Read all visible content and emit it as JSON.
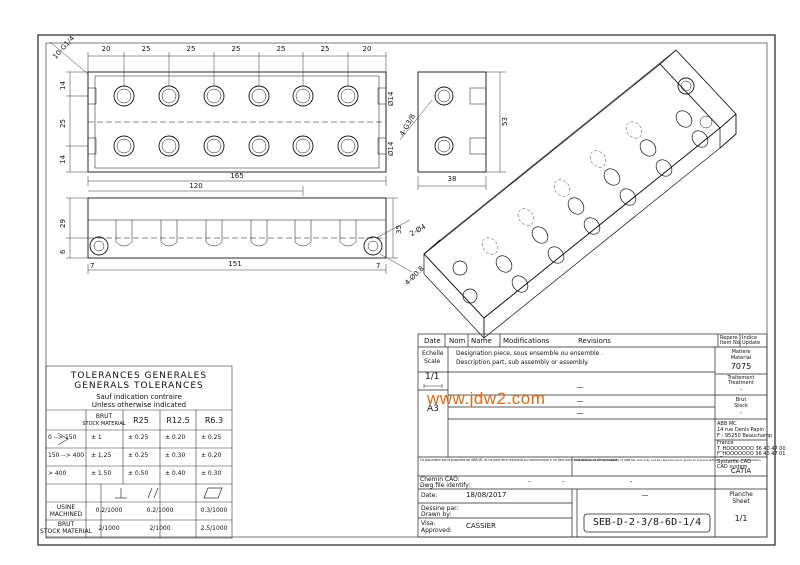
{
  "dimensions": {
    "top_pitch": [
      "20",
      "25",
      "25",
      "25",
      "25",
      "20"
    ],
    "overall_length": "165",
    "slot_length": "120",
    "bottom_length": "151",
    "left_offsets": [
      "14",
      "25",
      "14"
    ],
    "side_height": "35",
    "right_height": "53",
    "right_width": "38",
    "front_heights": [
      "29",
      "6"
    ],
    "end_offsets": [
      "7",
      "7"
    ],
    "dia_left": "Ø14",
    "dia_left2": "Ø14",
    "g_thread_top": "10-G1/4",
    "g_thread_side": "4-G3/8",
    "holes_side": "2-Ø4",
    "holes_side2": "4-Ø0.8"
  },
  "tolerances": {
    "title_fr": "TOLERANCES GENERALES",
    "title_en": "GENERALS TOLERANCES",
    "sub_fr": "Sauf indication contraire",
    "sub_en": "Unless otherwise indicated",
    "col_brut": "BRUT",
    "col_brut_sub": "STOCK MATERIAL",
    "col_r25": "R25",
    "col_r125": "R12.5",
    "col_r63": "R6.3",
    "rows": [
      {
        "range": "0 --> 150",
        "brut": "± 1",
        "r25": "± 0.25",
        "r125": "± 0.20",
        "r63": "± 0.25"
      },
      {
        "range": "150 --> 400",
        "brut": "± 1.25",
        "r25": "± 0.25",
        "r125": "± 0.30",
        "r63": "± 0.20"
      },
      {
        "range": "> 400",
        "brut": "± 1.50",
        "r25": "± 0.50",
        "r125": "± 0.40",
        "r63": "± 0.30"
      }
    ],
    "usine_label": "USINE",
    "usine_sub": "MACHINED",
    "brut_label": "BRUT",
    "brut_sub": "STOCK MATERIAL",
    "geo": [
      {
        "usine": "0.2/1000",
        "brut": "2/1000"
      },
      {
        "usine": "0.2/1000",
        "brut": "2/1000"
      },
      {
        "usine": "0.3/1000",
        "brut": "2.5/1000"
      }
    ]
  },
  "revisions": {
    "col_date": "Date",
    "col_nom": "Nom",
    "col_name": "Name",
    "col_mod": "Modifications",
    "col_rev": "Revisions",
    "col_repere": "Repere",
    "col_repere_sub": "Item No.",
    "col_indice": "Indice",
    "col_indice_sub": "Update"
  },
  "title_block": {
    "echelle": "Echelle",
    "scale": "Scale",
    "scale_value": "1/1",
    "format": "A3",
    "designation_fr": "Designation piece, sous ensemble ou ensemble .",
    "designation_en": "Description part, sub assembly or assembly.",
    "matiere": "Matiere",
    "material": "Material",
    "material_value": "7075",
    "traitement": "Traitement",
    "treatment": "Treatment",
    "treatment_value": "-",
    "brut": "Brut",
    "stock": "Stock",
    "stock_value": "-",
    "dash1": "—",
    "dash2": "—",
    "company": "ABB MC",
    "address1": "14 rue Denis Papin",
    "address2": "F - 95250 Beauchamp",
    "address3": "France",
    "tel": "T_HOOOOOOO 36 40 47 00",
    "fax": "F_HOOOOOOO 36 40 47 01",
    "cad_system": "Systeme CAO",
    "cad_sub": "CAD system",
    "cad_value": "CATIA",
    "chemin": "Chemin CAO:",
    "dwg_file": "Dwg file identify:",
    "chemin_value": "-",
    "confidential_fr": "Ce document est la propriete de ABB MC et ne peut etre reproduit ou communique a un tiers sans autorisation ecrite prealable.",
    "confidential_en": "This document is the property of ABB MC and may not be reproduced or given to anyone without prior written authorization.",
    "date_label": "Date:",
    "date_value": "18/08/2017",
    "drawn_label_fr": "Dessine par:",
    "drawn_label_en": "Drawn by:",
    "approved_label_fr": "Visa:",
    "approved_label_en": "Approved:",
    "approved_value": "CASSIER",
    "drawing_number": "SEB-D-2-3/8-6D-1/4",
    "planche": "Planche",
    "sheet": "Sheet",
    "sheet_value": "1/1"
  },
  "watermark": "www.jdw2.com"
}
